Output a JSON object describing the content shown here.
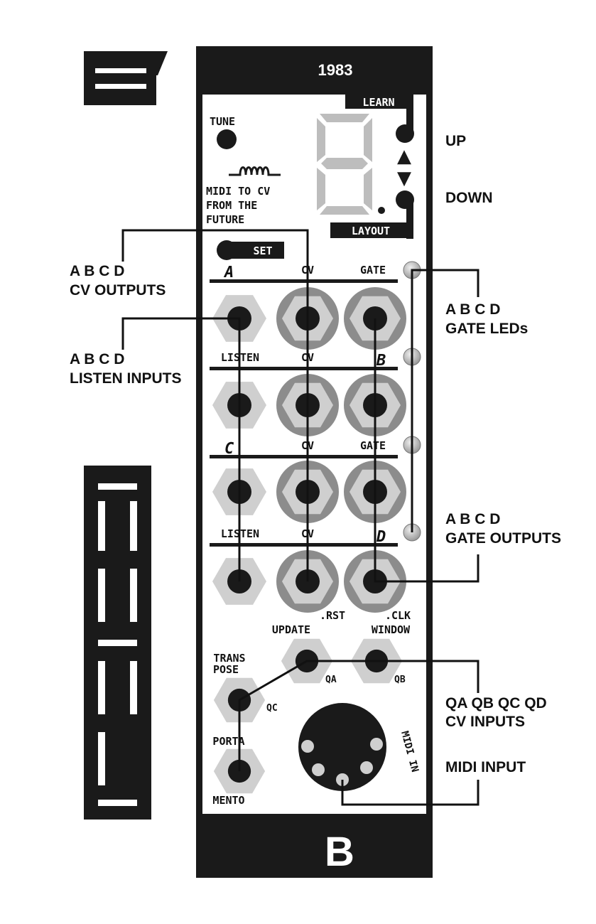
{
  "module": {
    "top_label": "1983",
    "bottom_label": "B",
    "side_logo_top": "B",
    "side_logo_vertical": "1983"
  },
  "controls": {
    "learn": "LEARN",
    "layout": "LAYOUT",
    "tune": "TUNE",
    "midi_line1": "MIDI TO CV",
    "midi_line2": "FROM THE",
    "midi_line3": "FUTURE",
    "set": "SET",
    "display_digit": "8.",
    "up_arrow": "▲",
    "down_arrow": "▼"
  },
  "jack_labels": {
    "cv": "CV",
    "gate": "GATE",
    "listen": "LISTEN",
    "rst": ".RST",
    "clk": ".CLK",
    "update": "UPDATE",
    "window": "WINDOW",
    "trans": "TRANS",
    "pose": "POSE",
    "porta": "PORTA",
    "mento": "MENTO",
    "midi_in": "MIDI IN"
  },
  "channel_glyphs": [
    "A",
    "B",
    "C",
    "D"
  ],
  "q_labels": [
    "QA",
    "QB",
    "QC"
  ],
  "callouts": {
    "up": "UP",
    "down": "DOWN",
    "cv_outputs_line1": "A B C D",
    "cv_outputs_line2": "CV OUTPUTS",
    "listen_inputs_line1": "A B C D",
    "listen_inputs_line2": "LISTEN INPUTS",
    "gate_leds_line1": "A B C D",
    "gate_leds_line2": "GATE LEDs",
    "gate_outputs_line1": "A B C D",
    "gate_outputs_line2": "GATE OUTPUTS",
    "q_inputs_line1": "QA QB QC QD",
    "q_inputs_line2": "CV INPUTS",
    "midi_input": "MIDI INPUT"
  },
  "colors": {
    "panel_black": "#1a1a1a",
    "hex_nut_light": "#cfcfcf",
    "hex_nut_dark": "#bdbdbd",
    "ring_gray": "#8c8c8c",
    "led_gray": "#bdbdbd",
    "display_gray": "#bdbdbd"
  }
}
